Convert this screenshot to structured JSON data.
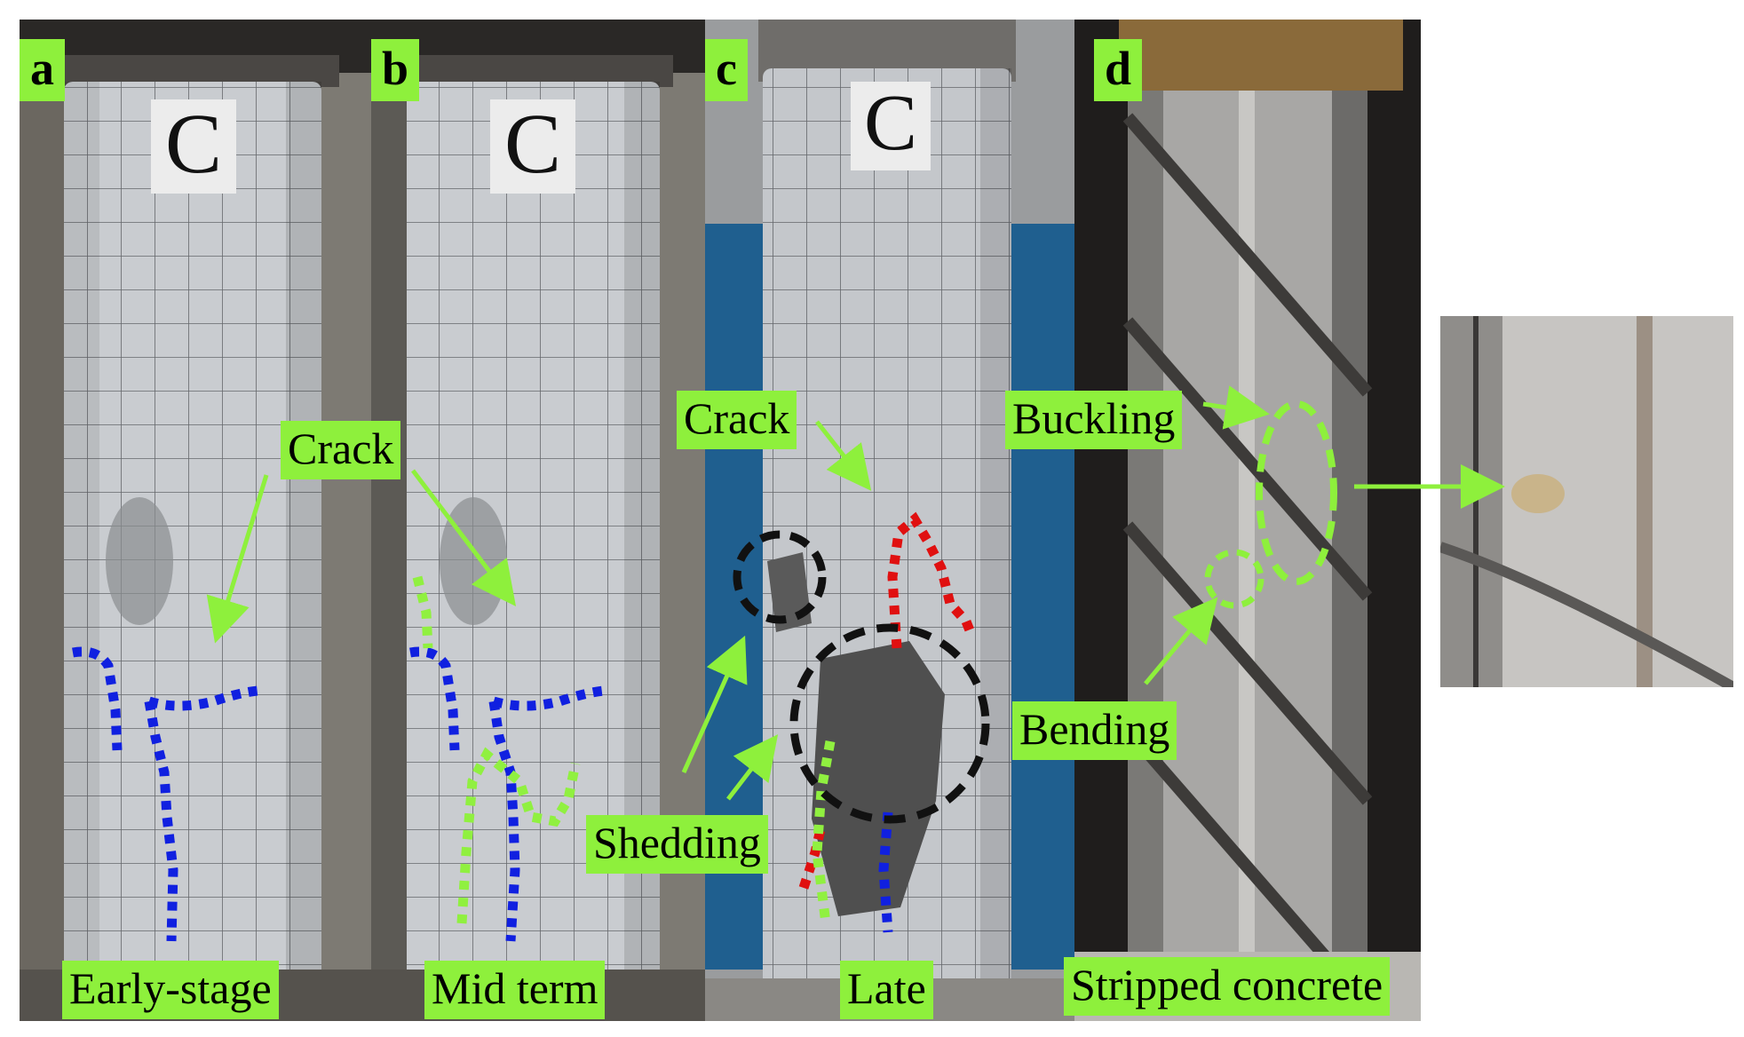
{
  "panels": {
    "a": {
      "tag": "a",
      "sign": "C",
      "caption": "Early-stage"
    },
    "b": {
      "tag": "b",
      "sign": "C",
      "caption": "Mid term"
    },
    "c": {
      "tag": "c",
      "sign": "C",
      "caption": "Late"
    },
    "d": {
      "tag": "d",
      "caption": "Stripped concrete"
    }
  },
  "annotations": {
    "crack_ab": "Crack",
    "crack_c": "Crack",
    "shedding": "Shedding",
    "buckling": "Buckling",
    "bending": "Bending"
  },
  "colors": {
    "label_bg": "#8ef03c",
    "arrow": "#8ef03c",
    "early_crack": "#1020e0",
    "mid_crack": "#90f040",
    "late_crack": "#e01010",
    "damage_circle": "#111111"
  }
}
